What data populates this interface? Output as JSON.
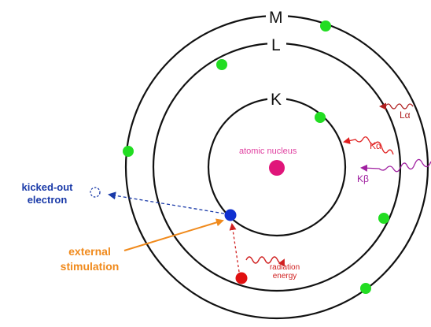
{
  "shells": {
    "k": "K",
    "l": "L",
    "m": "M"
  },
  "nucleus_label": "atomic nucleus",
  "kicked_out": [
    "kicked-out",
    "electron"
  ],
  "external_stimulation": [
    "external",
    "stimulation"
  ],
  "radiation_energy": [
    "radiation",
    "energy"
  ],
  "xrays": {
    "l_alpha": "Lα",
    "k_alpha": "Kα",
    "k_beta": "Kβ"
  },
  "colors": {
    "orbit": "#111111",
    "electron": "#22dd22",
    "nucleus": "#e0157a",
    "vacancy_electron": "#1030d0",
    "incoming_electron": "#e01010",
    "kicked_out": "#1a3aa8",
    "stimulation": "#f08a1c",
    "l_alpha": "#b02020",
    "k_alpha": "#e02020",
    "k_beta": "#a020a0"
  }
}
